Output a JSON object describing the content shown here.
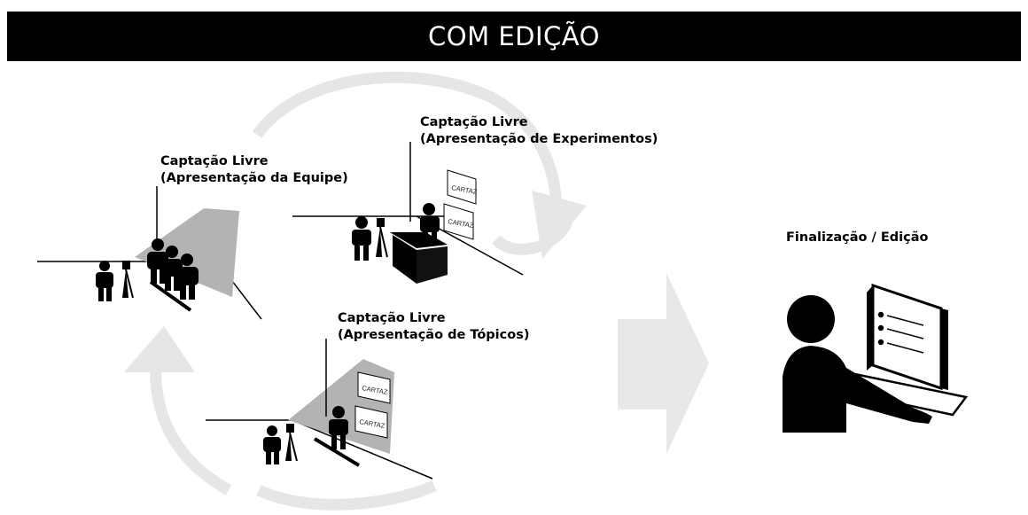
{
  "banner": {
    "title": "COM EDIÇÃO"
  },
  "stages": {
    "team": {
      "line1": "Captação Livre",
      "line2": "(Apresentação da Equipe)"
    },
    "experiments": {
      "line1": "Captação Livre",
      "line2": "(Apresentação de Experimentos)",
      "posters": [
        "CARTAZ",
        "CARTAZ"
      ]
    },
    "topics": {
      "line1": "Captação Livre",
      "line2": "(Apresentação de Tópicos)",
      "posters": [
        "CARTAZ",
        "CARTAZ"
      ]
    },
    "final": {
      "label": "Finalização / Edição"
    }
  },
  "colors": {
    "banner": "#000000",
    "cycle_arrow": "#e6e6e6",
    "big_arrow": "#e8e8e8",
    "camera_view": "#b3b3b3"
  },
  "icons": [
    "cycle-arrows",
    "right-arrow-icon",
    "person-icon",
    "camera-tripod-icon",
    "poster-icon",
    "editor-at-computer-icon"
  ]
}
